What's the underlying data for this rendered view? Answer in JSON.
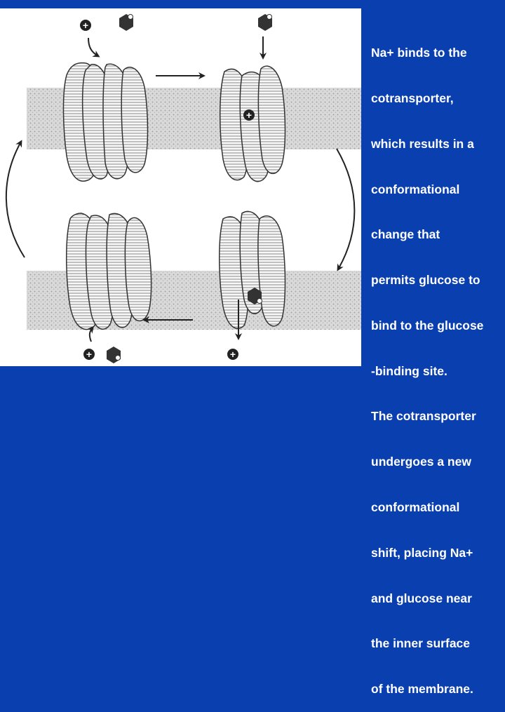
{
  "colors": {
    "background": "#0a3fb0",
    "panel": "#ffffff",
    "membrane": "#d4d4d4",
    "protein": "#f7f7f7",
    "outline": "#333333",
    "caption_text": "#ffffff"
  },
  "caption": {
    "lines": [
      "Na+ binds to the",
      "cotransporter,",
      "which results in a",
      "conformational",
      "change that",
      "permits glucose to",
      "bind to the glucose",
      "-binding site.",
      "The cotransporter",
      "undergoes a new",
      "conformational",
      "shift, placing Na+",
      "and glucose near",
      "the inner surface",
      "of the membrane."
    ]
  },
  "figure": {
    "sodium_symbol": "+",
    "icons": [
      "sodium-ion-icon",
      "glucose-hexagon-icon",
      "arrow-icon",
      "cycle-arrow-icon"
    ]
  }
}
